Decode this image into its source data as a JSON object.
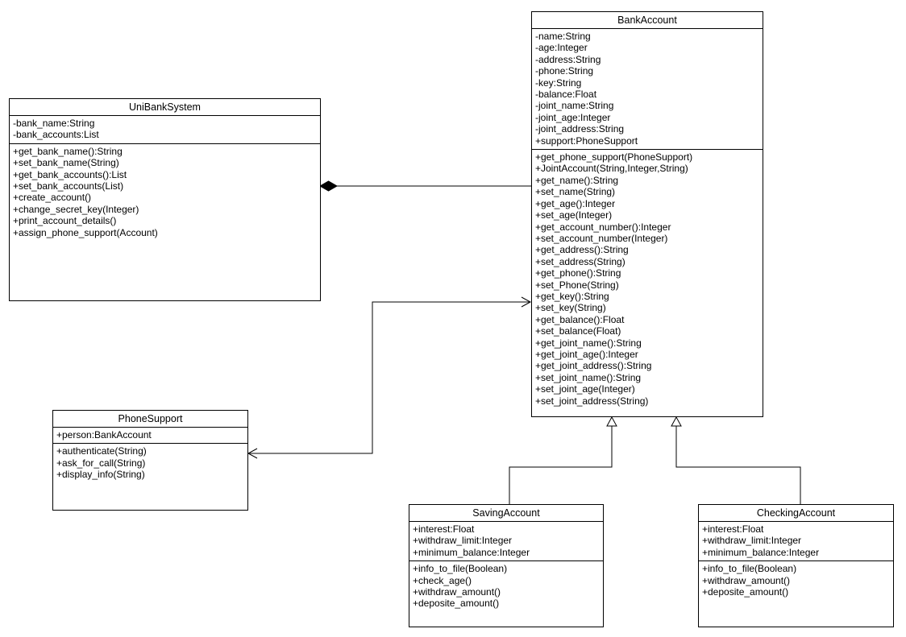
{
  "classes": {
    "unibank": {
      "name": "UniBankSystem",
      "attributes": [
        "-bank_name:String",
        "-bank_accounts:List"
      ],
      "methods": [
        "+get_bank_name():String",
        "+set_bank_name(String)",
        "+get_bank_accounts():List",
        "+set_bank_accounts(List)",
        "+create_account()",
        "+change_secret_key(Integer)",
        "+print_account_details()",
        "+assign_phone_support(Account)"
      ]
    },
    "bankaccount": {
      "name": "BankAccount",
      "attributes": [
        "-name:String",
        "-age:Integer",
        "-address:String",
        "-phone:String",
        "-key:String",
        "-balance:Float",
        "-joint_name:String",
        "-joint_age:Integer",
        "-joint_address:String",
        "+support:PhoneSupport"
      ],
      "methods": [
        "+get_phone_support(PhoneSupport)",
        "+JointAccount(String,Integer,String)",
        "+get_name():String",
        "+set_name(String)",
        "+get_age():Integer",
        "+set_age(Integer)",
        "+get_account_number():Integer",
        "+set_account_number(Integer)",
        "+get_address():String",
        "+set_address(String)",
        "+get_phone():String",
        "+set_Phone(String)",
        "+get_key():String",
        "+set_key(String)",
        "+get_balance():Float",
        "+set_balance(Float)",
        "+get_joint_name():String",
        "+get_joint_age():Integer",
        "+get_joint_address():String",
        "+set_joint_name():String",
        "+set_joint_age(Integer)",
        "+set_joint_address(String)"
      ]
    },
    "phonesupport": {
      "name": "PhoneSupport",
      "attributes": [
        "+person:BankAccount"
      ],
      "methods": [
        "+authenticate(String)",
        "+ask_for_call(String)",
        "+display_info(String)"
      ]
    },
    "saving": {
      "name": "SavingAccount",
      "attributes": [
        "+interest:Float",
        "+withdraw_limit:Integer",
        "+minimum_balance:Integer"
      ],
      "methods": [
        "+info_to_file(Boolean)",
        "+check_age()",
        "+withdraw_amount()",
        "+deposite_amount()"
      ]
    },
    "checking": {
      "name": "CheckingAccount",
      "attributes": [
        "+interest:Float",
        "+withdraw_limit:Integer",
        "+minimum_balance:Integer"
      ],
      "methods": [
        "+info_to_file(Boolean)",
        "+withdraw_amount()",
        "+deposite_amount()"
      ]
    }
  },
  "relationships": [
    {
      "type": "composition",
      "whole": "UniBankSystem",
      "part": "BankAccount"
    },
    {
      "type": "association",
      "navigable_both_ways": true,
      "ends": [
        "PhoneSupport",
        "BankAccount"
      ]
    },
    {
      "type": "generalization",
      "child": "SavingAccount",
      "parent": "BankAccount"
    },
    {
      "type": "generalization",
      "child": "CheckingAccount",
      "parent": "BankAccount"
    }
  ]
}
